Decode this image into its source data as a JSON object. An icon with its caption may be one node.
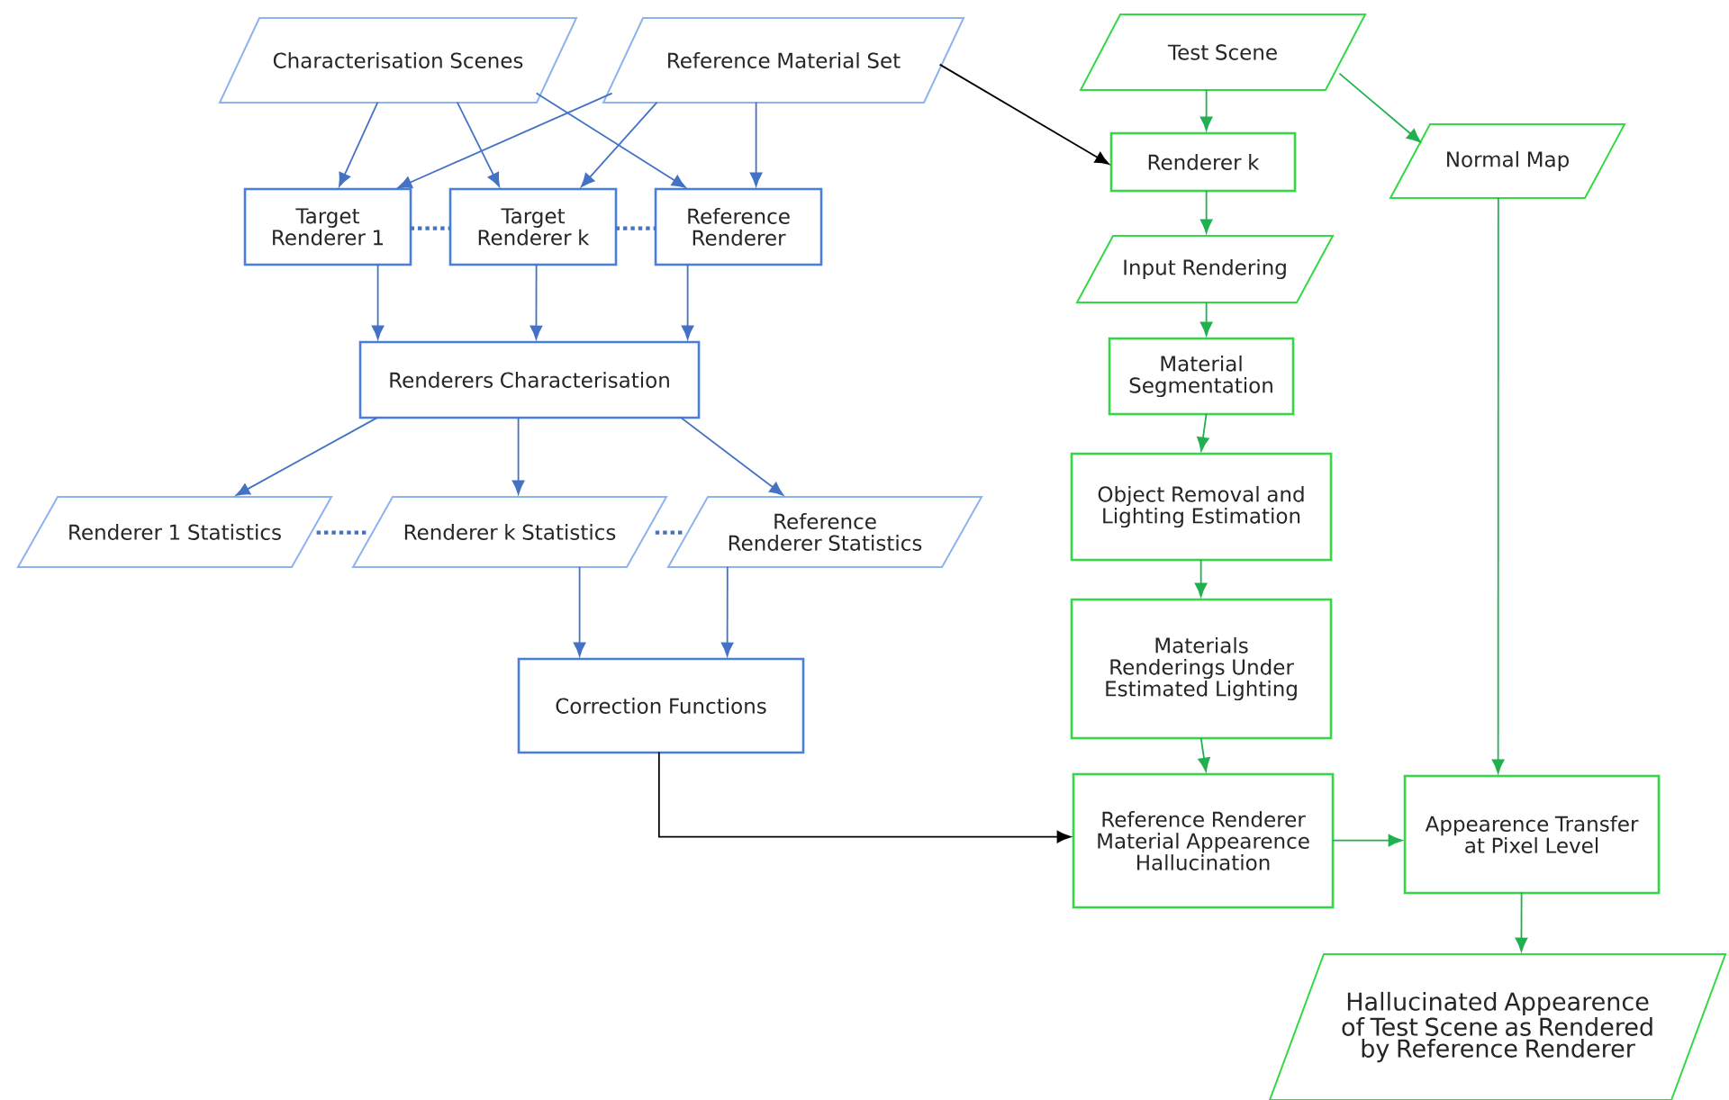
{
  "diagram": {
    "nodes": [
      {
        "text": [
          "Characterisation Scenes"
        ]
      },
      {
        "text": [
          "Reference Material Set"
        ]
      },
      {
        "text": [
          "Target Renderer 1"
        ]
      },
      {
        "text": [
          "Target Renderer k"
        ]
      },
      {
        "text": [
          "Reference Renderer"
        ]
      },
      {
        "text": [
          "Renderers Characterisation"
        ]
      },
      {
        "text": [
          "Renderer 1 Statistics"
        ]
      },
      {
        "text": [
          "Renderer k Statistics"
        ]
      },
      {
        "text": [
          "Reference Renderer Statistics"
        ]
      },
      {
        "text": [
          "Correction Functions"
        ]
      },
      {
        "text": [
          "Test Scene"
        ]
      },
      {
        "text": [
          "Renderer k"
        ]
      },
      {
        "text": [
          "Normal Map"
        ]
      },
      {
        "text": [
          "Input Rendering"
        ]
      },
      {
        "text": [
          "Material Segmentation"
        ]
      },
      {
        "text": [
          "Object Removal and Lighting Estimation"
        ]
      },
      {
        "text": [
          "Materials Renderings Under Estimated Lighting"
        ]
      },
      {
        "text": [
          "Reference Renderer Material Appearence Hallucination"
        ]
      },
      {
        "text": [
          "Appearence Transfer at Pixel Level"
        ]
      },
      {
        "text": [
          "Hallucinated Appearence of Test Scene as Rendered by Reference Renderer"
        ]
      }
    ],
    "edges": [
      {
        "from": 0,
        "to": 2,
        "arrow": "to"
      },
      {
        "from": 0,
        "to": 3,
        "arrow": "to"
      },
      {
        "from": 0,
        "to": 4,
        "arrow": "to"
      },
      {
        "from": 1,
        "to": 2,
        "arrow": "to"
      },
      {
        "from": 1,
        "to": 3,
        "arrow": "to"
      },
      {
        "from": 1,
        "to": 4,
        "arrow": "to"
      },
      {
        "from": 2,
        "to": 3,
        "arrow": "none",
        "style": "dashed"
      },
      {
        "from": 3,
        "to": 4,
        "arrow": "none",
        "style": "dashed"
      },
      {
        "from": 2,
        "to": 5,
        "arrow": "to"
      },
      {
        "from": 3,
        "to": 5,
        "arrow": "to"
      },
      {
        "from": 4,
        "to": 5,
        "arrow": "to"
      },
      {
        "from": 5,
        "to": 6,
        "arrow": "to"
      },
      {
        "from": 5,
        "to": 7,
        "arrow": "to"
      },
      {
        "from": 5,
        "to": 8,
        "arrow": "to"
      },
      {
        "from": 6,
        "to": 7,
        "arrow": "none",
        "style": "dashed"
      },
      {
        "from": 7,
        "to": 8,
        "arrow": "none",
        "style": "dashed"
      },
      {
        "from": 7,
        "to": 9,
        "arrow": "to"
      },
      {
        "from": 8,
        "to": 9,
        "arrow": "to"
      },
      {
        "from": 1,
        "to": 11,
        "arrow": "to",
        "color": "#000000"
      },
      {
        "from": 9,
        "to": 17,
        "arrow": "to",
        "color": "#000000"
      },
      {
        "from": 10,
        "to": 11,
        "arrow": "to",
        "color": "#20b050"
      },
      {
        "from": 10,
        "to": 12,
        "arrow": "to",
        "color": "#20b050"
      },
      {
        "from": 11,
        "to": 13,
        "arrow": "to",
        "color": "#20b050"
      },
      {
        "from": 13,
        "to": 14,
        "arrow": "to",
        "color": "#20b050"
      },
      {
        "from": 14,
        "to": 15,
        "arrow": "to",
        "color": "#20b050"
      },
      {
        "from": 15,
        "to": 16,
        "arrow": "to",
        "color": "#20b050"
      },
      {
        "from": 16,
        "to": 17,
        "arrow": "to",
        "color": "#20b050"
      },
      {
        "from": 17,
        "to": 18,
        "arrow": "to",
        "color": "#20b050"
      },
      {
        "from": 12,
        "to": 18,
        "arrow": "to",
        "color": "#20b050"
      },
      {
        "from": 18,
        "to": 19,
        "arrow": "to",
        "color": "#20b050"
      }
    ]
  }
}
